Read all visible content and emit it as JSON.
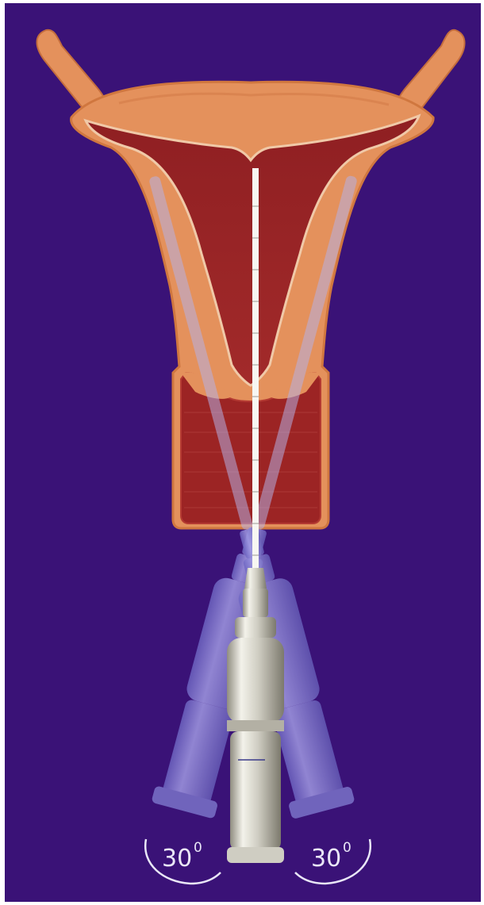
{
  "diagram": {
    "background_color": "#3a1277",
    "uterus_color": "#e4915c",
    "cavity_color": "#9c2424",
    "syringe_color_ghost": "#8a82d4",
    "syringe_color_center": "#d8d6cc",
    "left_angle": {
      "value": "30",
      "superscript": "0"
    },
    "right_angle": {
      "value": "30",
      "superscript": "0"
    }
  }
}
